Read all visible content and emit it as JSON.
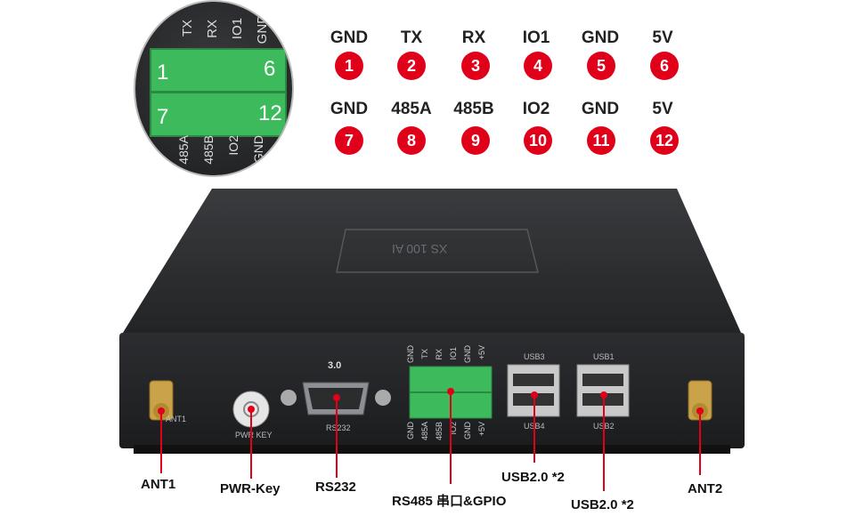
{
  "zoom_inset": {
    "top_labels": [
      "TX",
      "RX",
      "IO1",
      "GND"
    ],
    "bottom_labels": [
      "485A",
      "485B",
      "IO2",
      "GND"
    ],
    "corner_numbers": [
      "1",
      "6",
      "7",
      "12"
    ]
  },
  "pins": [
    {
      "num": "1",
      "label": "GND"
    },
    {
      "num": "2",
      "label": "TX"
    },
    {
      "num": "3",
      "label": "RX"
    },
    {
      "num": "4",
      "label": "IO1"
    },
    {
      "num": "5",
      "label": "GND"
    },
    {
      "num": "6",
      "label": "5V"
    },
    {
      "num": "7",
      "label": "GND"
    },
    {
      "num": "8",
      "label": "485A"
    },
    {
      "num": "9",
      "label": "485B"
    },
    {
      "num": "10",
      "label": "IO2"
    },
    {
      "num": "11",
      "label": "GND"
    },
    {
      "num": "12",
      "label": "5V"
    }
  ],
  "device": {
    "lid_logo": "XS 100 AI",
    "panel_prints": {
      "ant_left": "ANT1",
      "pwr": "PWR KEY",
      "rs232_title": "3.0",
      "rs232": "RS232",
      "gpio_top": [
        "GND",
        "TX",
        "RX",
        "IO1",
        "GND",
        "+5V"
      ],
      "gpio_bottom": [
        "GND",
        "485A",
        "485B",
        "IO2",
        "GND",
        "+5V"
      ],
      "usb3": "USB3",
      "usb4": "USB4",
      "usb1": "USB1",
      "usb2": "USB2"
    }
  },
  "callouts": {
    "ant1": "ANT1",
    "pwr_key": "PWR-Key",
    "rs232": "RS232",
    "rs485": "RS485 串口&GPIO",
    "usb_a": "USB2.0 *2",
    "usb_b": "USB2.0 *2",
    "ant2": "ANT2"
  },
  "colors": {
    "accent_red": "#e1001a",
    "terminal_green": "#3dbb5c",
    "chassis": "#2a2b2d"
  }
}
